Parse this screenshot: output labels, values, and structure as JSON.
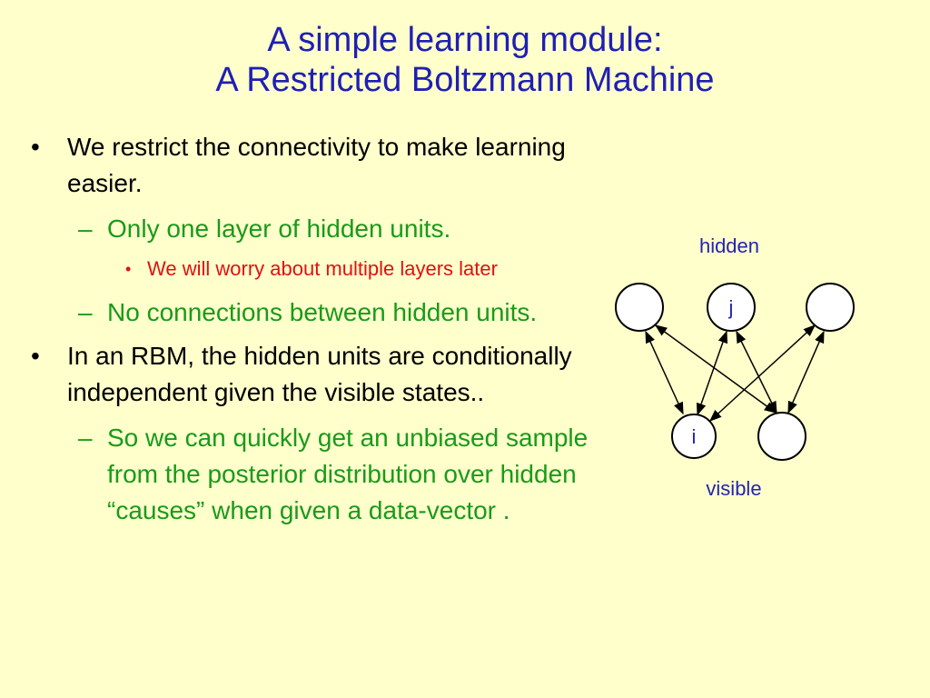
{
  "title": {
    "line1": "A simple learning module:",
    "line2": "A Restricted Boltzmann Machine"
  },
  "bullets": {
    "b1": "We restrict the connectivity to make learning easier.",
    "b1_sub1": "Only one layer of hidden units.",
    "b1_sub1_sub1": "We will worry about multiple layers later",
    "b1_sub2": "No connections between hidden units.",
    "b2": "In an RBM, the hidden units are conditionally independent given the visible states..",
    "b2_sub1": "So we can quickly get an unbiased sample from the posterior distribution over hidden “causes” when given a data-vector ."
  },
  "diagram": {
    "hidden_label": "hidden",
    "visible_label": "visible",
    "hidden_node_j": "j",
    "visible_node_i": "i"
  },
  "colors": {
    "background": "#ffffcc",
    "title": "#1f1fb4",
    "level2": "#1a9a1a",
    "level3": "#e01010",
    "diagram_label": "#2323b0"
  }
}
